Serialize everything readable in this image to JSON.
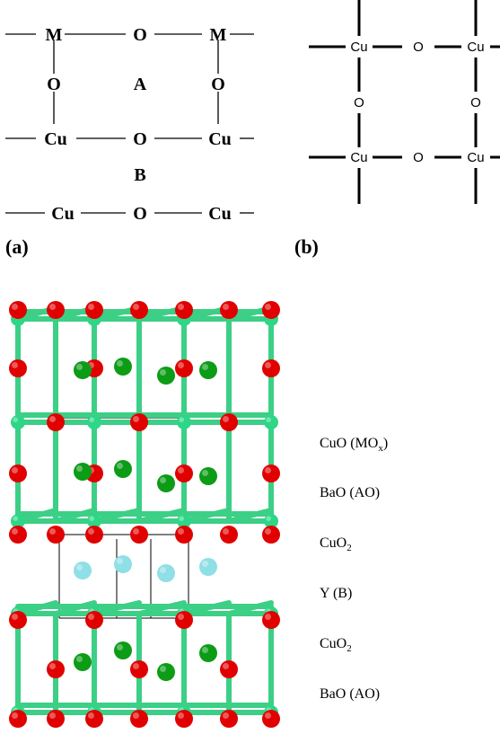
{
  "panel_a": {
    "label": "(a)",
    "row1": [
      "M",
      "O",
      "M"
    ],
    "row2": [
      "O",
      "A",
      "O"
    ],
    "row3": [
      "Cu",
      "O",
      "Cu"
    ],
    "row4": [
      "B"
    ],
    "row5": [
      "Cu",
      "O",
      "Cu"
    ]
  },
  "panel_b": {
    "label": "(b)",
    "row1": [
      "Cu",
      "O",
      "Cu"
    ],
    "row2": [
      "O",
      "O"
    ],
    "row3": [
      "Cu",
      "O",
      "Cu"
    ]
  },
  "layers": {
    "cuo_main": "CuO (MO",
    "cuo_sub": "x",
    "cuo_close": ")",
    "bao_1": "BaO (AO)",
    "cuo2_1_main": "CuO",
    "cuo2_1_sub": "2",
    "y": "Y (B)",
    "cuo2_2_main": "CuO",
    "cuo2_2_sub": "2",
    "bao_2": "BaO (AO)"
  },
  "colors": {
    "oxygen": "#e00000",
    "copper": "#2ed687",
    "barium": "#0c9c16",
    "yttrium": "#8fdfe6",
    "bond": "#3ccf86",
    "line": "#000000"
  }
}
